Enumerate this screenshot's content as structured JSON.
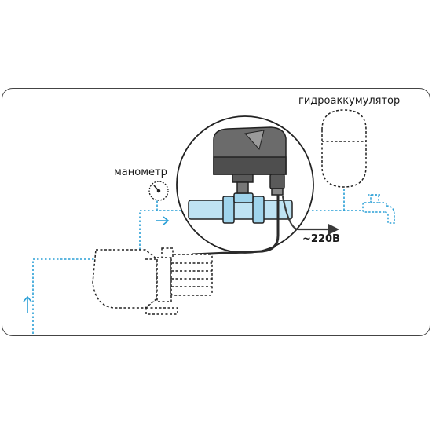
{
  "labels": {
    "accumulator": "гидроаккумулятор",
    "manometer": "манометр",
    "voltage": "~220В"
  },
  "colors": {
    "water": "#2a9fd6",
    "pipe_fill": "#bfe3f3",
    "outline": "#222222",
    "switch_body": "#6b6b6b",
    "cable": "#2b2b2b",
    "voltage_arrow": "#3a3a3a"
  },
  "icons": [
    "pump-icon",
    "pressure-switch-icon",
    "manometer-icon",
    "accumulator-tank-icon",
    "faucet-icon",
    "flow-arrow-icon"
  ]
}
